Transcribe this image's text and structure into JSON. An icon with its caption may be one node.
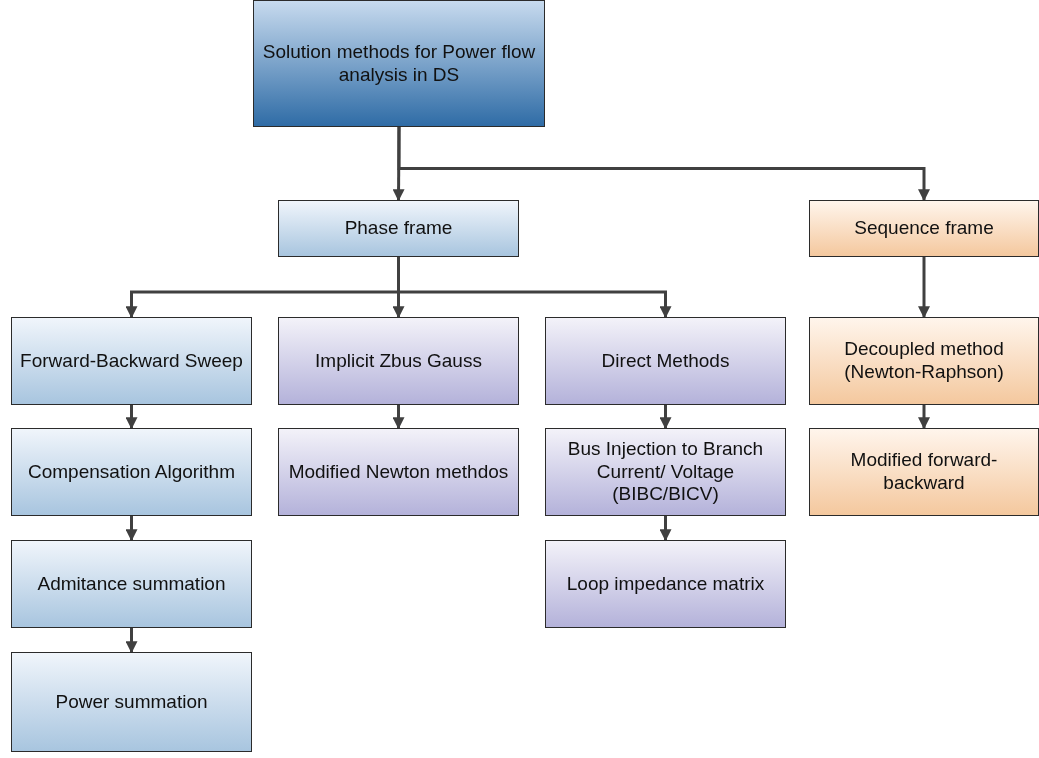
{
  "diagram": {
    "nodes": [
      {
        "text": [
          "Solution methods for Power flow analysis in DS"
        ]
      },
      {
        "text": [
          "Phase frame"
        ]
      },
      {
        "text": [
          "Sequence frame"
        ]
      },
      {
        "text": [
          "Forward-Backward Sweep"
        ]
      },
      {
        "text": [
          "Implicit Zbus Gauss"
        ]
      },
      {
        "text": [
          "Direct Methods"
        ]
      },
      {
        "text": [
          "Decoupled method (Newton-Raphson)"
        ]
      },
      {
        "text": [
          "Compensation Algorithm"
        ]
      },
      {
        "text": [
          "Modified Newton methdos"
        ]
      },
      {
        "text": [
          "Bus Injection to Branch Current/ Voltage (BIBC/BICV)"
        ]
      },
      {
        "text": [
          "Modified forward-backward"
        ]
      },
      {
        "text": [
          "Admitance summation"
        ]
      },
      {
        "text": [
          "Loop impedance matrix"
        ]
      },
      {
        "text": [
          "Power summation"
        ]
      }
    ],
    "edges": [
      {
        "from": 0,
        "to": 1,
        "arrow": "to"
      },
      {
        "from": 0,
        "to": 2,
        "arrow": "to"
      },
      {
        "from": 1,
        "to": 3,
        "arrow": "to"
      },
      {
        "from": 1,
        "to": 4,
        "arrow": "to"
      },
      {
        "from": 1,
        "to": 5,
        "arrow": "to"
      },
      {
        "from": 2,
        "to": 6,
        "arrow": "to"
      },
      {
        "from": 3,
        "to": 7,
        "arrow": "to"
      },
      {
        "from": 7,
        "to": 11,
        "arrow": "to"
      },
      {
        "from": 11,
        "to": 13,
        "arrow": "to"
      },
      {
        "from": 4,
        "to": 8,
        "arrow": "to"
      },
      {
        "from": 5,
        "to": 9,
        "arrow": "to"
      },
      {
        "from": 9,
        "to": 12,
        "arrow": "to"
      },
      {
        "from": 6,
        "to": 10,
        "arrow": "to"
      }
    ]
  }
}
